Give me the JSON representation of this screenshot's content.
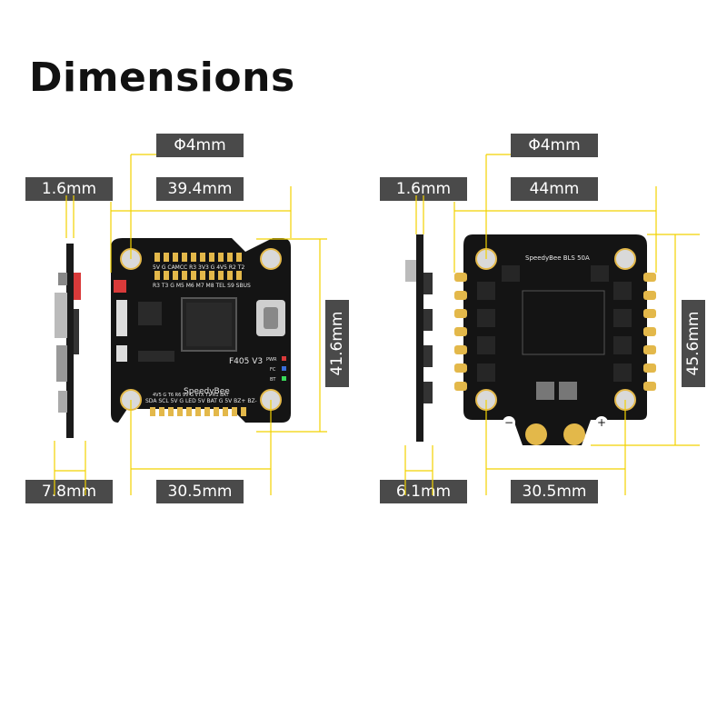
{
  "title": "Dimensions",
  "fc": {
    "hole_label": "Φ4mm",
    "thickness_label": "1.6mm",
    "width_label": "39.4mm",
    "height_label": "41.6mm",
    "side_height_label": "7.8mm",
    "hole_spacing_label": "30.5mm",
    "brand": "SpeedyBee",
    "model": "F405 V3",
    "pins_top": "5V G CAMCC R3 3V3 G 4V5 R2 T2",
    "pins_top2": "R3 T3 G M5 M6 M7 M8 TEL S9 SBUS",
    "pins_bottom": "SDA SCL 5V G LED 5V BAT G 5V BZ+ BZ-",
    "pins_bottom2": "4V5 G T6 R6 9V G VTX T1 R1 BAT",
    "led_pwr": "PWR",
    "led_fc": "FC",
    "led_bt": "BT"
  },
  "esc": {
    "hole_label": "Φ4mm",
    "thickness_label": "1.6mm",
    "width_label": "44mm",
    "height_label": "45.6mm",
    "side_height_label": "6.1mm",
    "hole_spacing_label": "30.5mm",
    "brand": "SpeedyBee BLS 50A",
    "minus": "−",
    "plus": "+"
  },
  "colors": {
    "label_bg": "#4a4a4a",
    "dimension_line": "#f2d200",
    "pcb": "#141414",
    "pad": "#e3b84a"
  }
}
